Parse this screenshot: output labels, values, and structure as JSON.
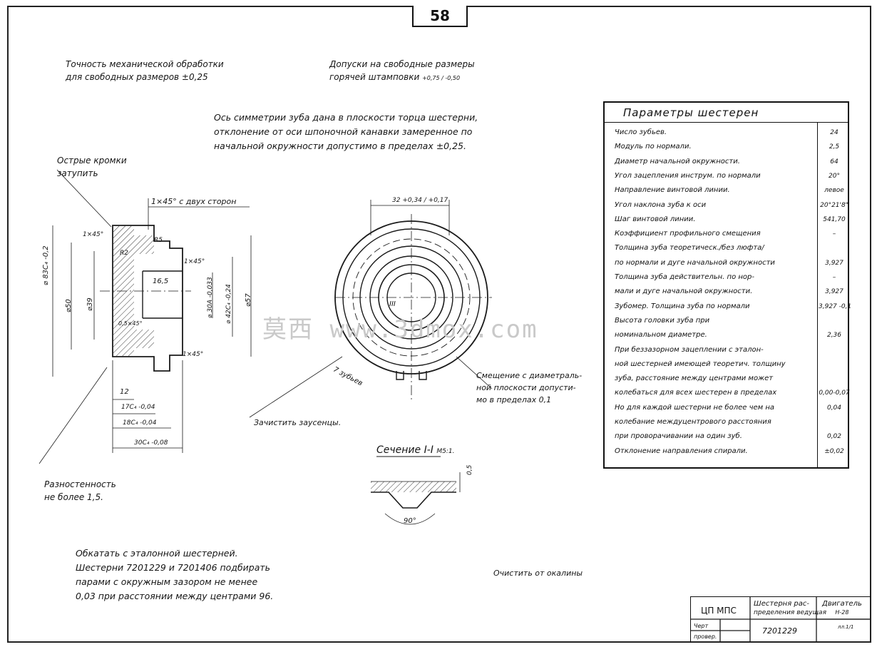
{
  "page_number": "58",
  "notes": {
    "precision_l1": "Точность механической обработки",
    "precision_l2": "для свободных размеров ±0,25",
    "tolerance_l1": "Допуски на свободные размеры",
    "tolerance_l2": "горячей штамповки",
    "tolerance_val": "+0,75 / -0,50",
    "axis_l1": "Ось симметрии зуба дана в плоскости торца шестерни,",
    "axis_l2": "отклонение от оси шпоночной канавки замеренное по",
    "axis_l3": "начальной окружности допустимо в пределах ±0,25.",
    "sharp_l1": "Острые кромки",
    "sharp_l2": "затупить",
    "chamfer": "1×45° с двух сторон",
    "deburr": "Зачистить заусенцы.",
    "offset_l1": "Смещение с диаметраль-",
    "offset_l2": "ной плоскости допусти-",
    "offset_l3": "мо в пределах 0,1",
    "runout_l1": "Разностенность",
    "runout_l2": "не более 1,5.",
    "section_title": "Сечение I-I",
    "section_scale": "M5:1.",
    "section_angle": "90°",
    "teeth_note": "7 зубьев",
    "bottom_l1": "Обкатать с эталонной шестерней.",
    "bottom_l2": "Шестерни 7201229 и 7201406 подбирать",
    "bottom_l3": "парами с окружным зазором не менее",
    "bottom_l4": "0,03 при расстоянии между центрами 96.",
    "scale_clean": "Очистить от окалины"
  },
  "dims": {
    "d_outer": "⌀ 83С₄ -0,2",
    "d50": "⌀50",
    "d39": "⌀39",
    "d30": "⌀ 30А -0,033",
    "d42": "⌀ 42С₄ -0,24",
    "d57": "⌀57",
    "w16_5": "16,5",
    "w12": "12",
    "w17": "17С₄ -0,04",
    "w18": "18С₄ -0,04",
    "w30": "30С₄ -0,08",
    "ch1": "1×45°",
    "ch2": "1×45°",
    "ch3": "1×45°",
    "ch4": "0,5×45°",
    "r2": "R2",
    "r5": "R5",
    "key": "32 +0,34 / +0,17",
    "sec_dim": "0,5",
    "key_small": "III"
  },
  "params": {
    "title": "Параметры шестерен",
    "rows": [
      {
        "label": "Число зубьев.",
        "value": "24"
      },
      {
        "label": "Модуль по нормали.",
        "value": "2,5"
      },
      {
        "label": "Диаметр начальной окружности.",
        "value": "64"
      },
      {
        "label": "Угол зацепления инструм. по нормали",
        "value": "20°"
      },
      {
        "label": "Направление винтовой линии.",
        "value": "левое"
      },
      {
        "label": "Угол наклона зуба к оси",
        "value": "20°21'8\""
      },
      {
        "label": "Шаг винтовой линии.",
        "value": "541,70"
      },
      {
        "label": "Коэффициент профильного смещения",
        "value": "–"
      },
      {
        "label": "Толщина зуба теоретическ./без люфта/",
        "value": ""
      },
      {
        "label": "по нормали и дуге начальной окружности",
        "value": "3,927"
      },
      {
        "label": "Толщина зуба действительн. по нор-",
        "value": "–"
      },
      {
        "label": "мали и дуге начальной окружности.",
        "value": "3,927"
      },
      {
        "label": "Зубомер. Толщина зуба по нормали",
        "value": "3,927 -0,1"
      },
      {
        "label": "    Высота головки зуба при",
        "value": ""
      },
      {
        "label": "    номинальном диаметре.",
        "value": "2,36"
      },
      {
        "label": "При беззазорном зацеплении с эталон-",
        "value": ""
      },
      {
        "label": "ной шестерней имеющей теоретич. толщину",
        "value": ""
      },
      {
        "label": "зуба, расстояние между центрами может",
        "value": ""
      },
      {
        "label": "колебаться для всех шестерен в пределах",
        "value": "0,00-0,07"
      },
      {
        "label": "Но для каждой шестерни не более чем на",
        "value": "0,04"
      },
      {
        "label": "колебание междуцентрового расстояния",
        "value": ""
      },
      {
        "label": "при проворачивании на один зуб.",
        "value": "0,02"
      },
      {
        "label": "Отклонение направления спирали.",
        "value": "±0,02"
      }
    ]
  },
  "title_block": {
    "org": "ЦП МПС",
    "part_name_l1": "Шестерня рас-",
    "part_name_l2": "пределения ведущая",
    "engine_l1": "Двигатель",
    "engine_l2": "Н-28",
    "drawn": "Черт",
    "checked": "провер.",
    "part_number": "7201229",
    "sheet": "лл.1/1"
  },
  "watermark": "莫西 www.3dmox.com"
}
